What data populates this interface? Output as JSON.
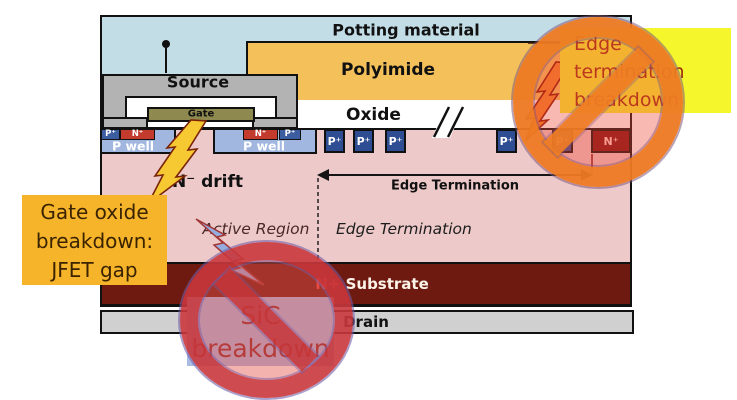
{
  "diagram": {
    "potting": "Potting material",
    "polyimide": "Polyimide",
    "oxide": "Oxide",
    "source": "Source",
    "gate": "Gate",
    "p_well": "P well",
    "drift": "N⁻ drift",
    "substrate_prefix": "N+",
    "substrate_name": "Substrate",
    "drain": "Drain",
    "p_plus": "P⁺",
    "n_plus": "N⁺",
    "active_region": "Active Region",
    "edge_termination_region": "Edge Termination",
    "edge_termination_span_label": "Edge Termination"
  },
  "annotations": {
    "gate_oxide_breakdown": {
      "lines": [
        "Gate oxide",
        "breakdown:",
        "JFET gap"
      ]
    },
    "edge_termination_breakdown": {
      "lines": [
        "Edge",
        "termination",
        "breakdown"
      ]
    },
    "sic_breakdown": {
      "lines": [
        "SiC",
        "breakdown"
      ]
    }
  },
  "colors": {
    "potting": "#c3dde7",
    "polyimide": "#f4c05a",
    "oxide": "#ffffff",
    "metal_gray": "#b3b3b3",
    "gate_poly": "#8e894e",
    "p_well": "#a2b7e0",
    "p_plus_implant": "#3c5da0",
    "n_plus_implant": "#c33b2d",
    "n_stopper": "#7e1212",
    "n_drift": "#edc9c9",
    "n_substrate": "#6e1a10",
    "substrate_prefix_red": "#f04438",
    "drain_gray": "#d0d0d0",
    "callout_orange": "#f6b42a",
    "callout_yellow": "#f6f62d",
    "callout_blue": "#aabce4",
    "no_symbol_top": "#ee7c23",
    "no_symbol_bottom": "#c6363a"
  }
}
